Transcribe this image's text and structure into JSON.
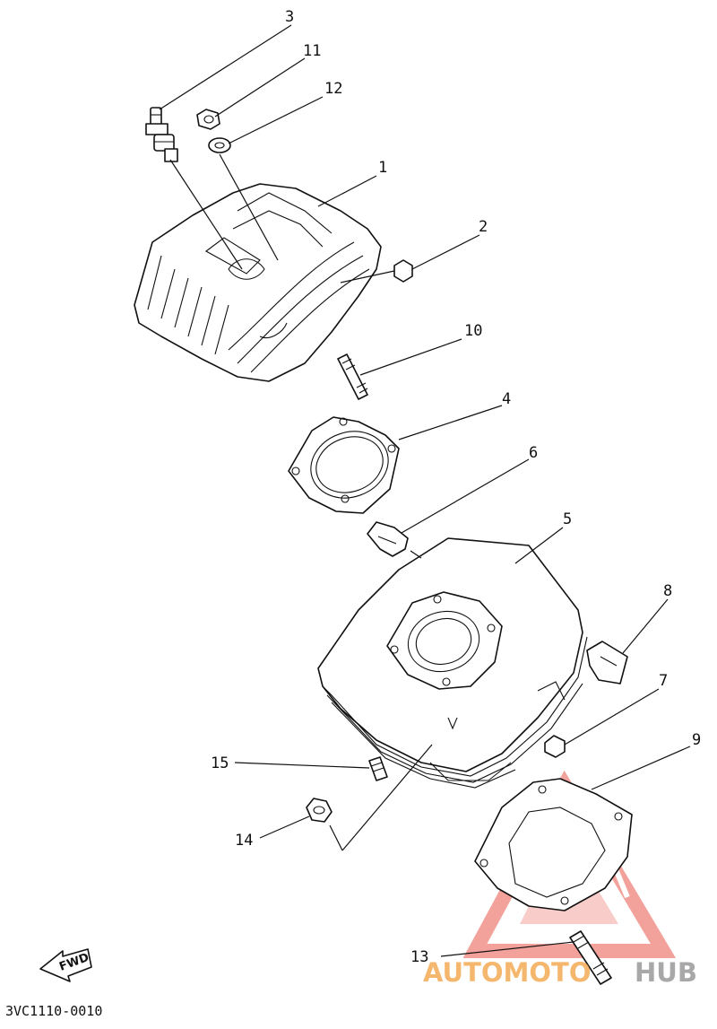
{
  "diagram": {
    "part_code": "3VC1110-0010",
    "direction_label": "FWD",
    "callouts": [
      "1",
      "2",
      "3",
      "4",
      "5",
      "6",
      "7",
      "8",
      "9",
      "10",
      "11",
      "12",
      "13",
      "14",
      "15"
    ]
  },
  "watermark": {
    "brand_auto": "AUTOMOTO",
    "brand_hub": "HUB",
    "color_primary": "#e8554a",
    "color_secondary": "#f2a03d",
    "color_gray": "#9a9a9a"
  }
}
